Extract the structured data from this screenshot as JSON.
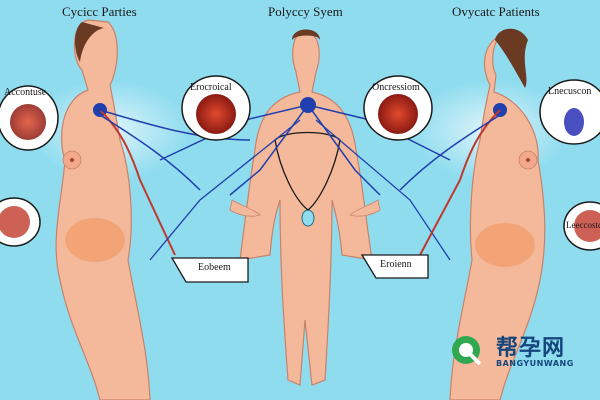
{
  "titles": {
    "left": "Cycicc Parties",
    "center": "Polyccy Syem",
    "right": "Ovycatc Patients"
  },
  "labels": {
    "left_top": "Accontuse",
    "center_left_circle": "Erocroical",
    "center_right_circle": "Oncressiom",
    "right_top": "Lnecuscon",
    "right_mid": "Leeccostc",
    "center_left_box": "Eobeem",
    "center_right_box": "Eroienn"
  },
  "watermark": {
    "brand": "帮孕网",
    "sub": "BANGYUNWANG"
  },
  "colors": {
    "background": "#8fdcef",
    "skin": "#f4b99a",
    "nerve_blue": "#1f3fae",
    "vessel_red": "#c0392b"
  }
}
